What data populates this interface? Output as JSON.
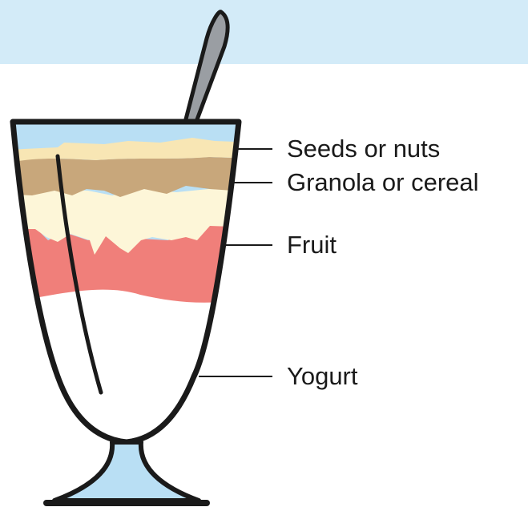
{
  "labels": {
    "seeds": "Seeds or nuts",
    "granola": "Granola or cereal",
    "fruit": "Fruit",
    "yogurt": "Yogurt"
  },
  "colors": {
    "background_band": "#d3ebf8",
    "glass_tint": "#b9dff4",
    "seeds_layer": "#f8e6b4",
    "granola_layer": "#c8a77b",
    "cream_layer": "#fdf6d8",
    "fruit_layer": "#f07f7a",
    "yogurt_layer": "#ffffff",
    "spoon": "#9a9ea3",
    "outline": "#1a1a1a"
  }
}
